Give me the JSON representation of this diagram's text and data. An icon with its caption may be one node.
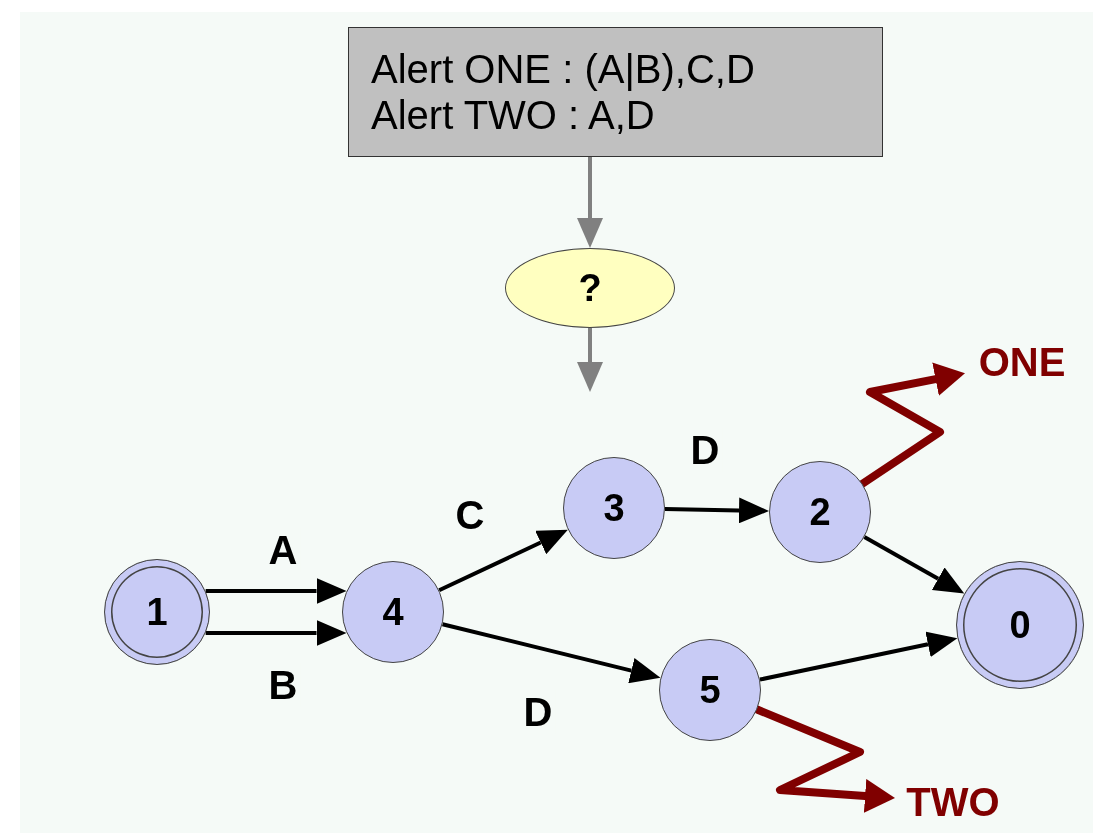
{
  "diagram": {
    "nodes": [
      {
        "text": [
          "Alert ONE : (A|B),C,D",
          "Alert TWO : A,D"
        ]
      },
      {
        "text": [
          "?"
        ]
      },
      {
        "text": [
          "1"
        ]
      },
      {
        "text": [
          "4"
        ]
      },
      {
        "text": [
          "3"
        ]
      },
      {
        "text": [
          "2"
        ]
      },
      {
        "text": [
          "5"
        ]
      },
      {
        "text": [
          "0"
        ]
      },
      {
        "text": [
          "ONE"
        ]
      },
      {
        "text": [
          "TWO"
        ]
      }
    ],
    "edges": [
      {
        "from": 0,
        "to": 1,
        "arrow": "to",
        "color": "#808080"
      },
      {
        "from": 1,
        "to": null,
        "arrow": "to",
        "color": "#808080"
      },
      {
        "from": 2,
        "to": 3,
        "arrow": "to",
        "label": "A"
      },
      {
        "from": 2,
        "to": 3,
        "arrow": "to",
        "label": "B"
      },
      {
        "from": 3,
        "to": 4,
        "arrow": "to",
        "label": "C"
      },
      {
        "from": 3,
        "to": 6,
        "arrow": "to",
        "label": "D"
      },
      {
        "from": 4,
        "to": 5,
        "arrow": "to",
        "label": "D"
      },
      {
        "from": 5,
        "to": 7,
        "arrow": "to"
      },
      {
        "from": 6,
        "to": 7,
        "arrow": "to"
      },
      {
        "from": 5,
        "to": 8,
        "arrow": "to",
        "style": "thick",
        "color": "#800000"
      },
      {
        "from": 6,
        "to": 9,
        "arrow": "to",
        "style": "thick",
        "color": "#800000"
      }
    ]
  }
}
